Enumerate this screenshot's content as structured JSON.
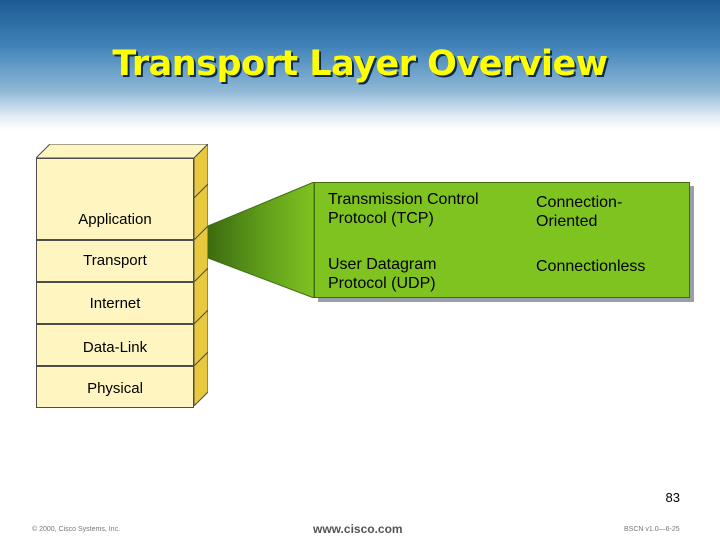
{
  "title": "Transport Layer Overview",
  "layers": [
    {
      "label": "Application"
    },
    {
      "label": "Transport"
    },
    {
      "label": "Internet"
    },
    {
      "label": "Data-Link"
    },
    {
      "label": "Physical"
    }
  ],
  "callout": {
    "rows": [
      {
        "protocol": "Transmission Control\nProtocol (TCP)",
        "type": "Connection-\nOriented"
      },
      {
        "protocol": "User Datagram\nProtocol (UDP)",
        "type": "Connectionless"
      }
    ]
  },
  "colors": {
    "title": "#ffff00",
    "layer_fill": "#fff5c0",
    "layer_side": "#e8c83c",
    "callout_fill": "#7fc321"
  },
  "page_number": "83",
  "footer": {
    "copyright": "© 2000, Cisco Systems, Inc.",
    "url": "www.cisco.com",
    "code": "BSCN v1.0—6-25"
  }
}
